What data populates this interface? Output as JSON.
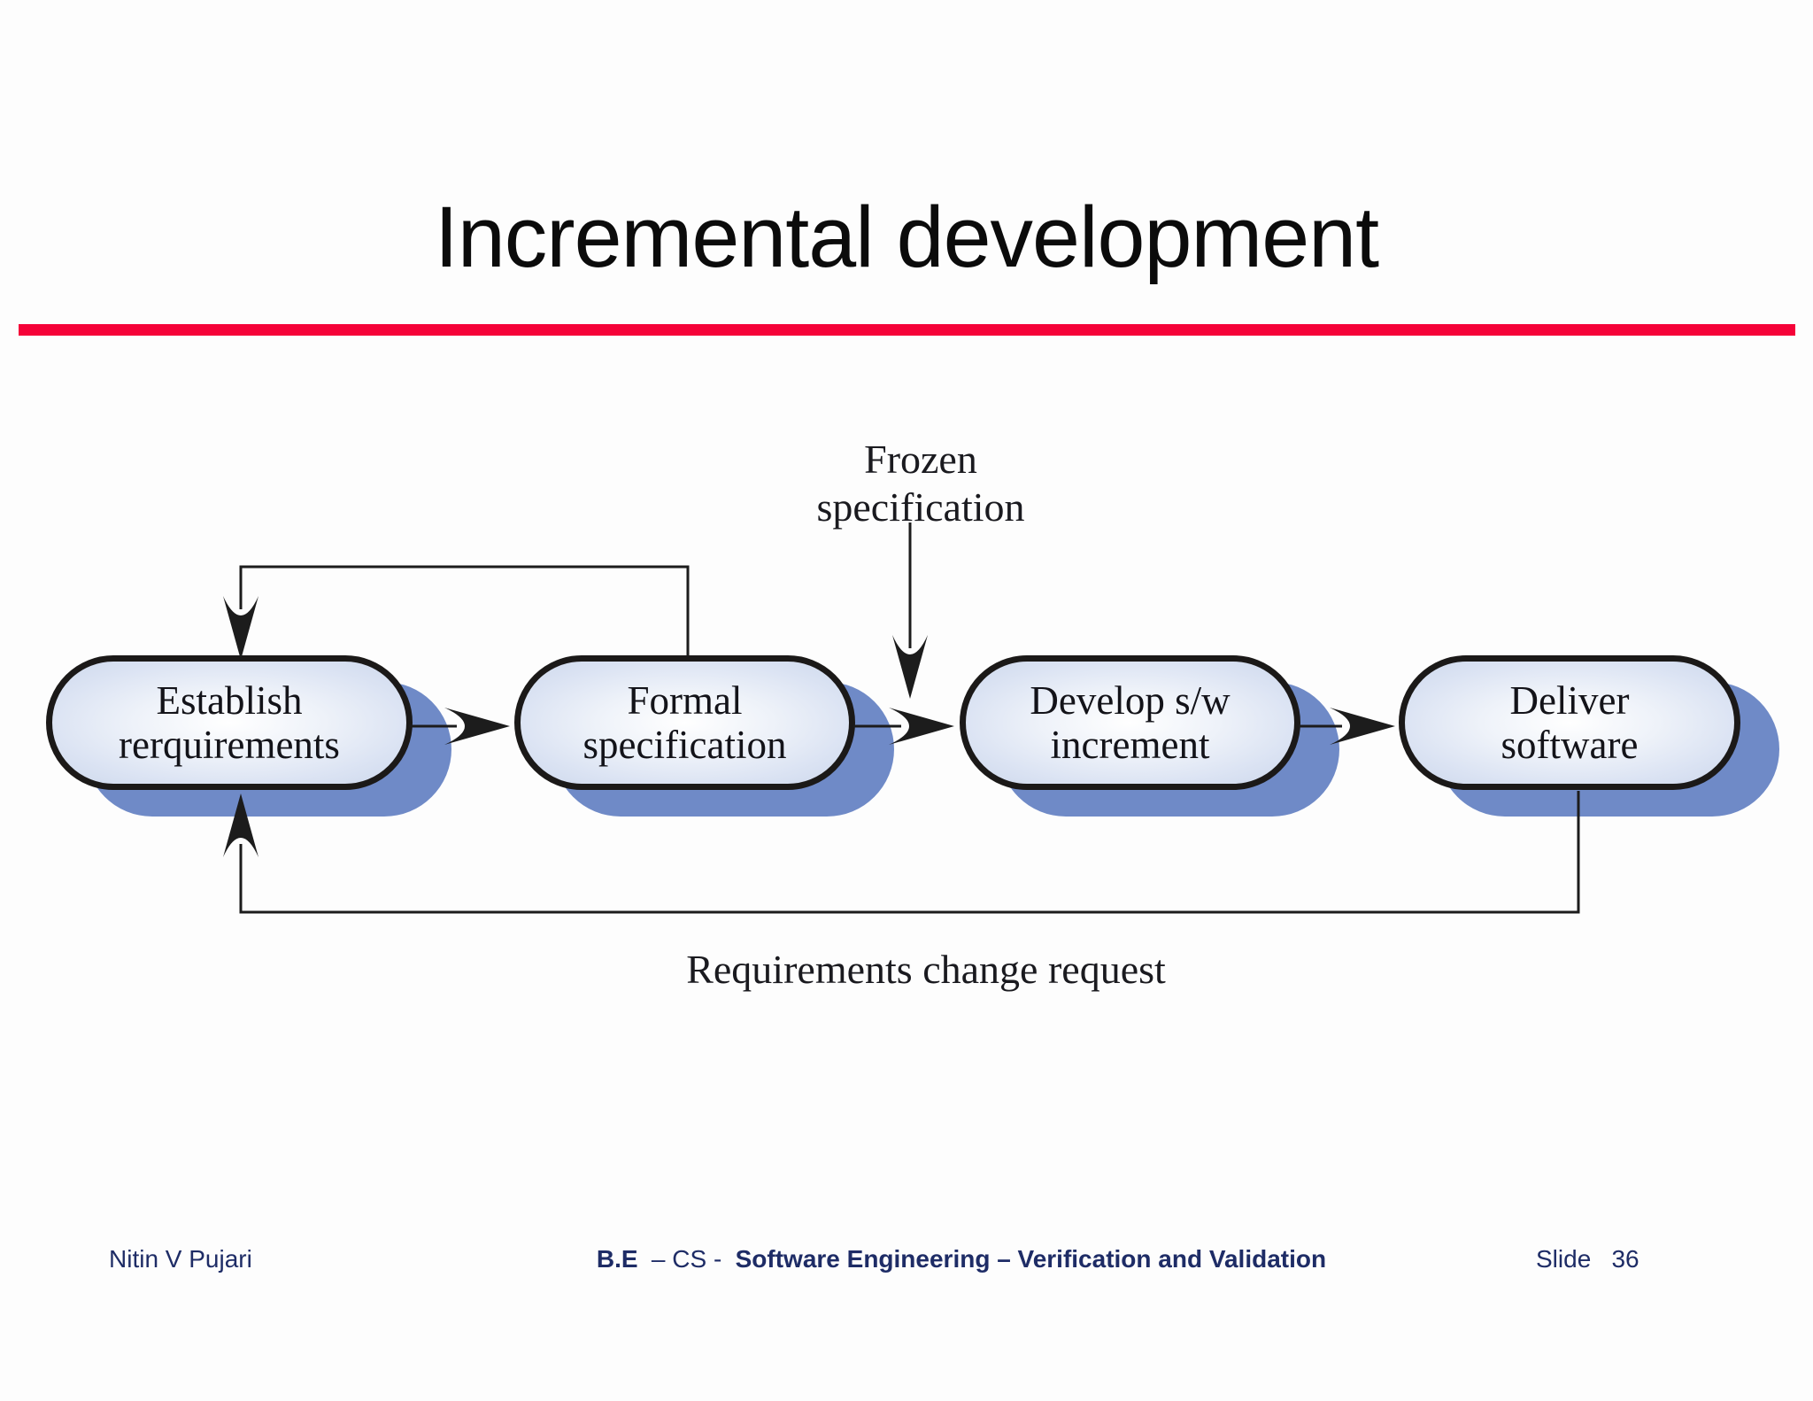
{
  "slide": {
    "title": "Incremental development",
    "accent_color": "#f50238",
    "footer": {
      "author": "Nitin V Pujari",
      "course_prefix_bold": "B.E",
      "course_mid": "– CS -",
      "course_main_bold": "Software Engineering – Verification and Validation",
      "slide_label": "Slide",
      "slide_number": "36",
      "text_color": "#1e2c66"
    }
  },
  "diagram": {
    "nodes": [
      {
        "id": "establish-requirements",
        "line1": "Establish",
        "line2": "rerquirements"
      },
      {
        "id": "formal-specification",
        "line1": "Formal",
        "line2": "specification"
      },
      {
        "id": "develop-sw-increment",
        "line1": "Develop s/w",
        "line2": "increment"
      },
      {
        "id": "deliver-software",
        "line1": "Deliver",
        "line2": "software"
      }
    ],
    "annotations": {
      "frozen_line1": "Frozen",
      "frozen_line2": "specification",
      "feedback": "Requirements change request"
    },
    "colors": {
      "node_border": "#1b1918",
      "node_shadow": "#6f8ac7",
      "node_fill_edge": "#cdd8ec",
      "connector": "#1c1c1c"
    }
  }
}
